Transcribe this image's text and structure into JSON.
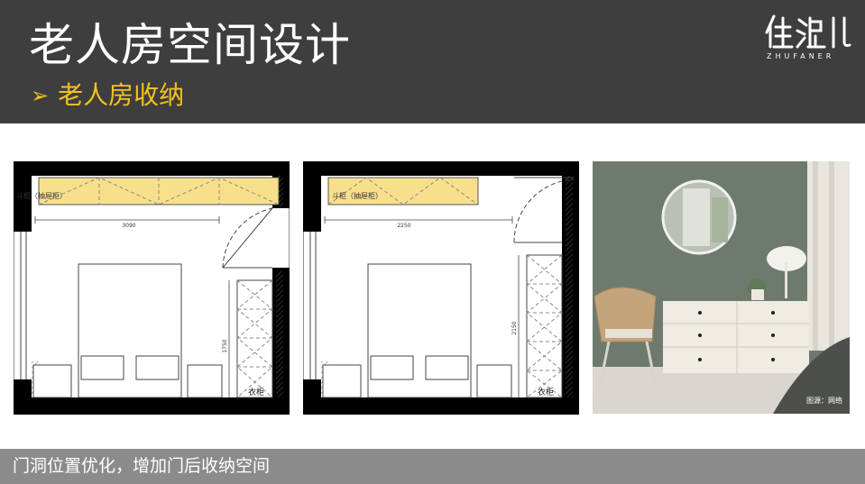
{
  "header": {
    "title": "老人房空间设计",
    "subtitle": "老人房收纳",
    "subtitle_icon": "arrow-right-icon",
    "logo_text": "ZHUFANER",
    "colors": {
      "background": "#3e3e3e",
      "title": "#ffffff",
      "subtitle": "#f3c21c"
    }
  },
  "plans": [
    {
      "cabinet_label": "斗柜（抽屉柜）",
      "width_dimension": "3090",
      "height_dimension": "1750",
      "wardrobe_label": "衣柜"
    },
    {
      "cabinet_label": "斗柜（抽屉柜）",
      "width_dimension": "2250",
      "height_dimension": "2150",
      "wardrobe_label": "衣柜"
    }
  ],
  "photo": {
    "credit": "图源：网络"
  },
  "footer": {
    "caption": "门洞位置优化，增加门后收纳空间",
    "background": "#8b8b8b"
  }
}
